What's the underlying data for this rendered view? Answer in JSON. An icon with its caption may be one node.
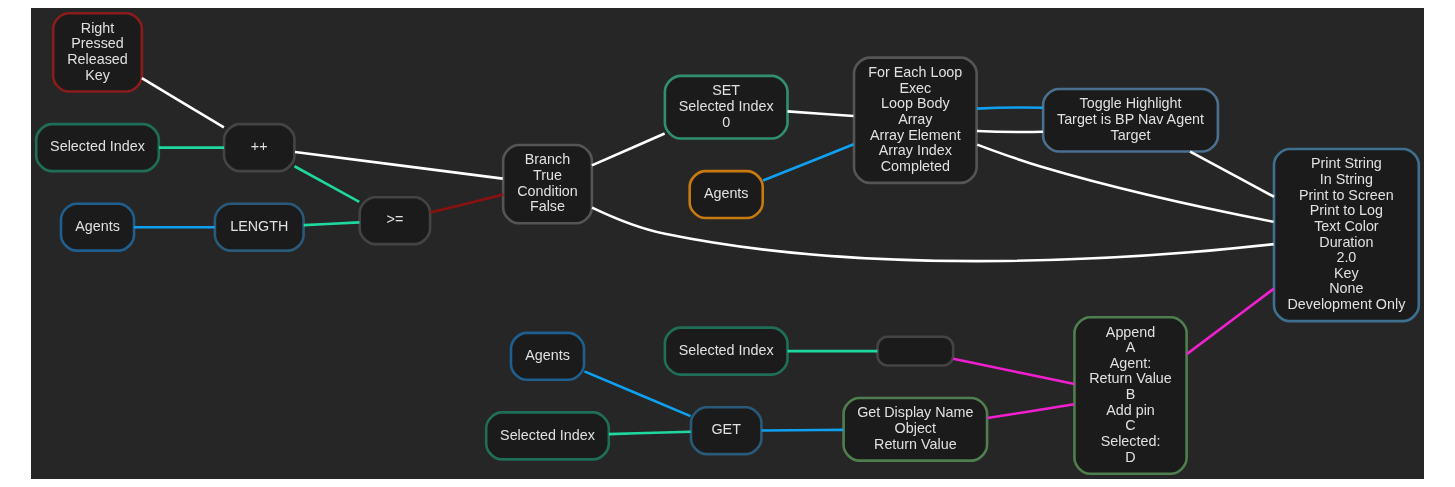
{
  "diagram": {
    "nodes": [
      {
        "text": [
          "Right",
          "Pressed",
          "Released",
          "Key"
        ]
      },
      {
        "text": [
          "++"
        ]
      },
      {
        "text": [
          "Selected Index"
        ]
      },
      {
        "text": [
          ">="
        ]
      },
      {
        "text": [
          "Agents"
        ]
      },
      {
        "text": [
          "LENGTH"
        ]
      },
      {
        "text": [
          "Branch",
          "True",
          "Condition",
          "False"
        ]
      },
      {
        "text": [
          "Agents"
        ]
      },
      {
        "text": [
          "SET",
          "Selected Index",
          "0"
        ]
      },
      {
        "text": [
          "For Each Loop",
          "Exec",
          "Loop Body",
          "Array",
          "Array Element",
          "Array Index",
          "Completed"
        ]
      },
      {
        "text": [
          "Toggle Highlight",
          "Target is BP Nav Agent",
          "Target"
        ]
      },
      {
        "text": [
          "Print String",
          "In String",
          "Print to Screen",
          "Print to Log",
          "Text Color",
          "Duration",
          "2.0",
          "Key",
          "None",
          "Development Only"
        ]
      },
      {
        "text": [
          "Selected Index"
        ]
      },
      {
        "text": [],
        "shape": "box"
      },
      {
        "text": [
          "Append",
          "A",
          "Agent:",
          "Return Value",
          "B",
          "Add pin",
          "C",
          "Selected:",
          "D"
        ]
      },
      {
        "text": [
          "Agents"
        ]
      },
      {
        "text": [
          "Selected Index"
        ]
      },
      {
        "text": [
          "GET"
        ]
      },
      {
        "text": [
          "Get Display Name",
          "Object",
          "Return Value"
        ]
      }
    ],
    "edges": [
      {
        "from": 0,
        "to": 1,
        "arrow": "none",
        "color": "#ffffff"
      },
      {
        "from": 2,
        "to": 1,
        "arrow": "none",
        "color": "#1ed8a0"
      },
      {
        "from": 1,
        "to": 6,
        "arrow": "none",
        "color": "#ffffff"
      },
      {
        "from": 1,
        "to": 3,
        "arrow": "none",
        "color": "#1ed8a0"
      },
      {
        "from": 5,
        "to": 3,
        "arrow": "none",
        "color": "#1ed8a0"
      },
      {
        "from": 4,
        "to": 5,
        "arrow": "none",
        "color": "#0fa0f0"
      },
      {
        "from": 3,
        "to": 6,
        "arrow": "none",
        "color": "#8b1010"
      },
      {
        "from": 6,
        "to": 8,
        "arrow": "none",
        "color": "#ffffff"
      },
      {
        "from": 6,
        "to": 11,
        "arrow": "none",
        "color": "#ffffff"
      },
      {
        "from": 8,
        "to": 9,
        "arrow": "none",
        "color": "#ffffff"
      },
      {
        "from": 7,
        "to": 9,
        "arrow": "none",
        "color": "#0fa0f0"
      },
      {
        "from": 9,
        "to": 10,
        "arrow": "none",
        "color": "#ffffff"
      },
      {
        "from": 9,
        "to": 10,
        "arrow": "none",
        "color": "#0fa0f0"
      },
      {
        "from": 10,
        "to": 11,
        "arrow": "none",
        "color": "#ffffff"
      },
      {
        "from": 9,
        "to": 11,
        "arrow": "none",
        "color": "#ffffff"
      },
      {
        "from": 14,
        "to": 11,
        "arrow": "none",
        "color": "#f020d0"
      },
      {
        "from": 12,
        "to": 13,
        "arrow": "none",
        "color": "#1ed8a0"
      },
      {
        "from": 13,
        "to": 14,
        "arrow": "none",
        "color": "#f020d0"
      },
      {
        "from": 15,
        "to": 17,
        "arrow": "none",
        "color": "#0fa0f0"
      },
      {
        "from": 16,
        "to": 17,
        "arrow": "none",
        "color": "#1ed8a0"
      },
      {
        "from": 17,
        "to": 18,
        "arrow": "none",
        "color": "#0fa0f0"
      },
      {
        "from": 18,
        "to": 14,
        "arrow": "none",
        "color": "#f020d0"
      }
    ]
  }
}
